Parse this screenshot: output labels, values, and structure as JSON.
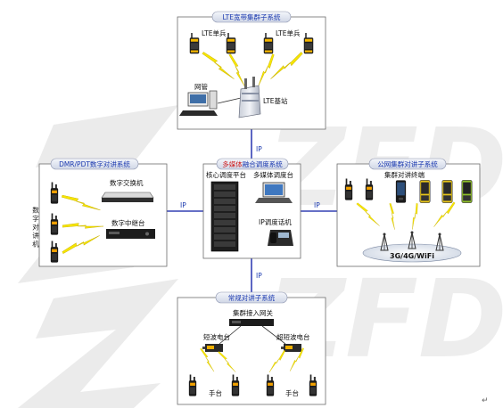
{
  "watermark": "ZFD-3",
  "subsystems": {
    "lte": {
      "title": "LTE宽带集群子系统",
      "terminal_label_left": "LTE单兵",
      "terminal_label_right": "LTE单兵",
      "nms_label": "网管",
      "base_station_label": "LTE基站"
    },
    "dmr": {
      "title": "DMR/PDT数字对讲系统",
      "side_label": "数字对讲机",
      "switch_label": "数字交换机",
      "repeater_label": "数字中继台"
    },
    "core": {
      "title_red": "多媒体",
      "title_blue": "融合调度系统",
      "platform_label": "核心调度平台",
      "console_label": "多媒体调度台",
      "phone_label": "IP调度话机"
    },
    "public": {
      "title": "公网集群对讲子系统",
      "terminal_label": "集群对讲终端",
      "network_label": "3G/4G/WiFi"
    },
    "conventional": {
      "title": "常规对讲子系统",
      "gateway_label": "集群接入网关",
      "left_station_label": "短波电台",
      "right_station_label": "超短波电台",
      "left_handset_label": "手台",
      "right_handset_label": "手台"
    }
  },
  "links": {
    "top": "IP",
    "left": "IP",
    "right": "IP",
    "bottom": "IP"
  },
  "corner_mark": "↵"
}
